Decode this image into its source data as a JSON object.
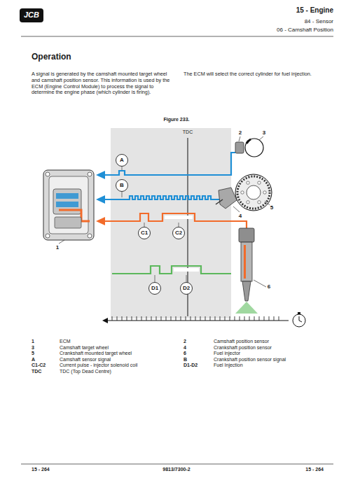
{
  "diagram": {
    "title": "Operation",
    "caption": "Figure 233.",
    "nodes": [
      {
        "text": [
          "A"
        ]
      },
      {
        "text": [
          "B"
        ]
      },
      {
        "text": [
          "C1"
        ]
      },
      {
        "text": [
          "C2"
        ]
      },
      {
        "text": [
          "D1"
        ]
      },
      {
        "text": [
          "D2"
        ]
      }
    ],
    "labels": [
      "JCB",
      "15 - Engine",
      "84 - Sensor",
      "06 - Camshaft Position",
      "A signal is generated by the camshaft mounted target wheel and camshaft position sensor. This information is used by the ECM (Engine Control Module) to process the signal to determine the engine phase (which cylinder is firing).",
      "The ECM will select the correct cylinder for fuel injection.",
      "TDC",
      "2",
      "3",
      "4",
      "5",
      "1",
      "6",
      "1",
      "ECM",
      "3",
      "Camshaft target wheel",
      "5",
      "Crankshaft mounted target wheel",
      "A",
      "Camshaft sensor signal",
      "C1-C2",
      "Current pulse - injector solenoid coil",
      "TDC",
      "TDC (Top Dead Centre)",
      "2",
      "Camshaft position sensor",
      "4",
      "Crankshaft position sensor",
      "6",
      "Fuel injector",
      "B",
      "Crankshaft position sensor signal",
      "D1-D2",
      "Fuel Injection",
      "15 - 264",
      "9813/7300-2",
      "15 - 264"
    ]
  }
}
